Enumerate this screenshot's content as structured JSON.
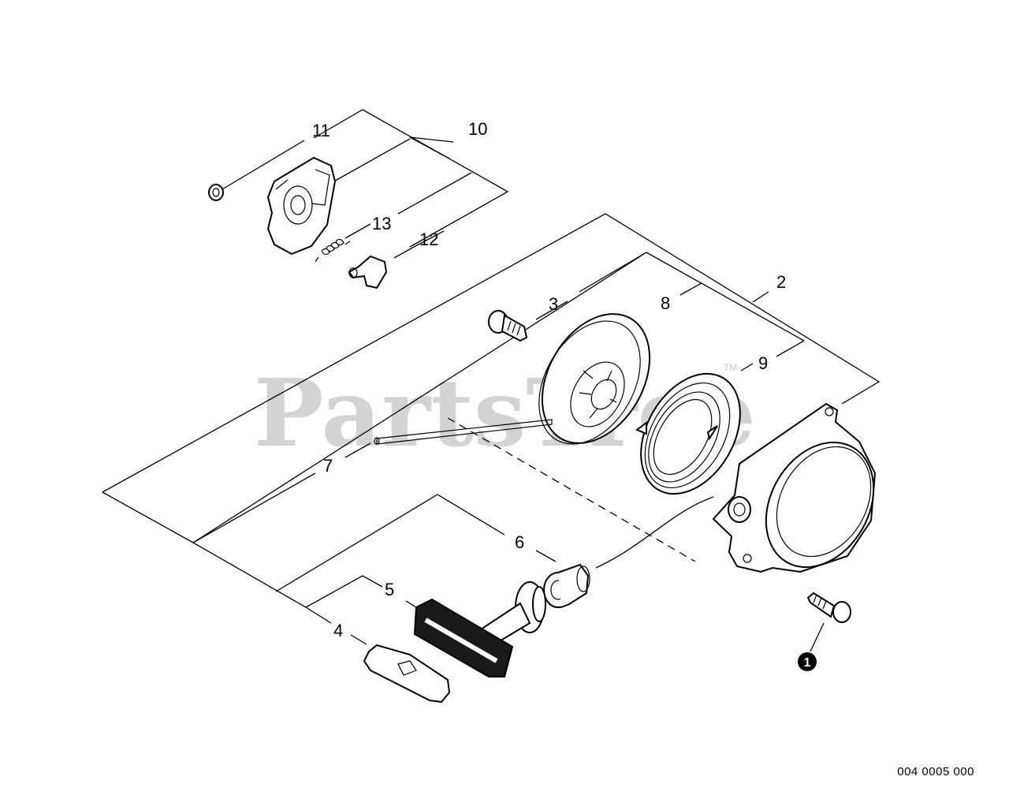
{
  "watermark": {
    "text": "PartsTree",
    "trademark": "TM"
  },
  "diagram_code": "004 0005 000",
  "reference_marker": "1",
  "labels": {
    "l1": "1",
    "l2": "2",
    "l3": "3",
    "l4": "4",
    "l5": "5",
    "l6": "6",
    "l7": "7",
    "l8": "8",
    "l9": "9",
    "l10": "10",
    "l11": "11",
    "l12": "12",
    "l13": "13"
  }
}
